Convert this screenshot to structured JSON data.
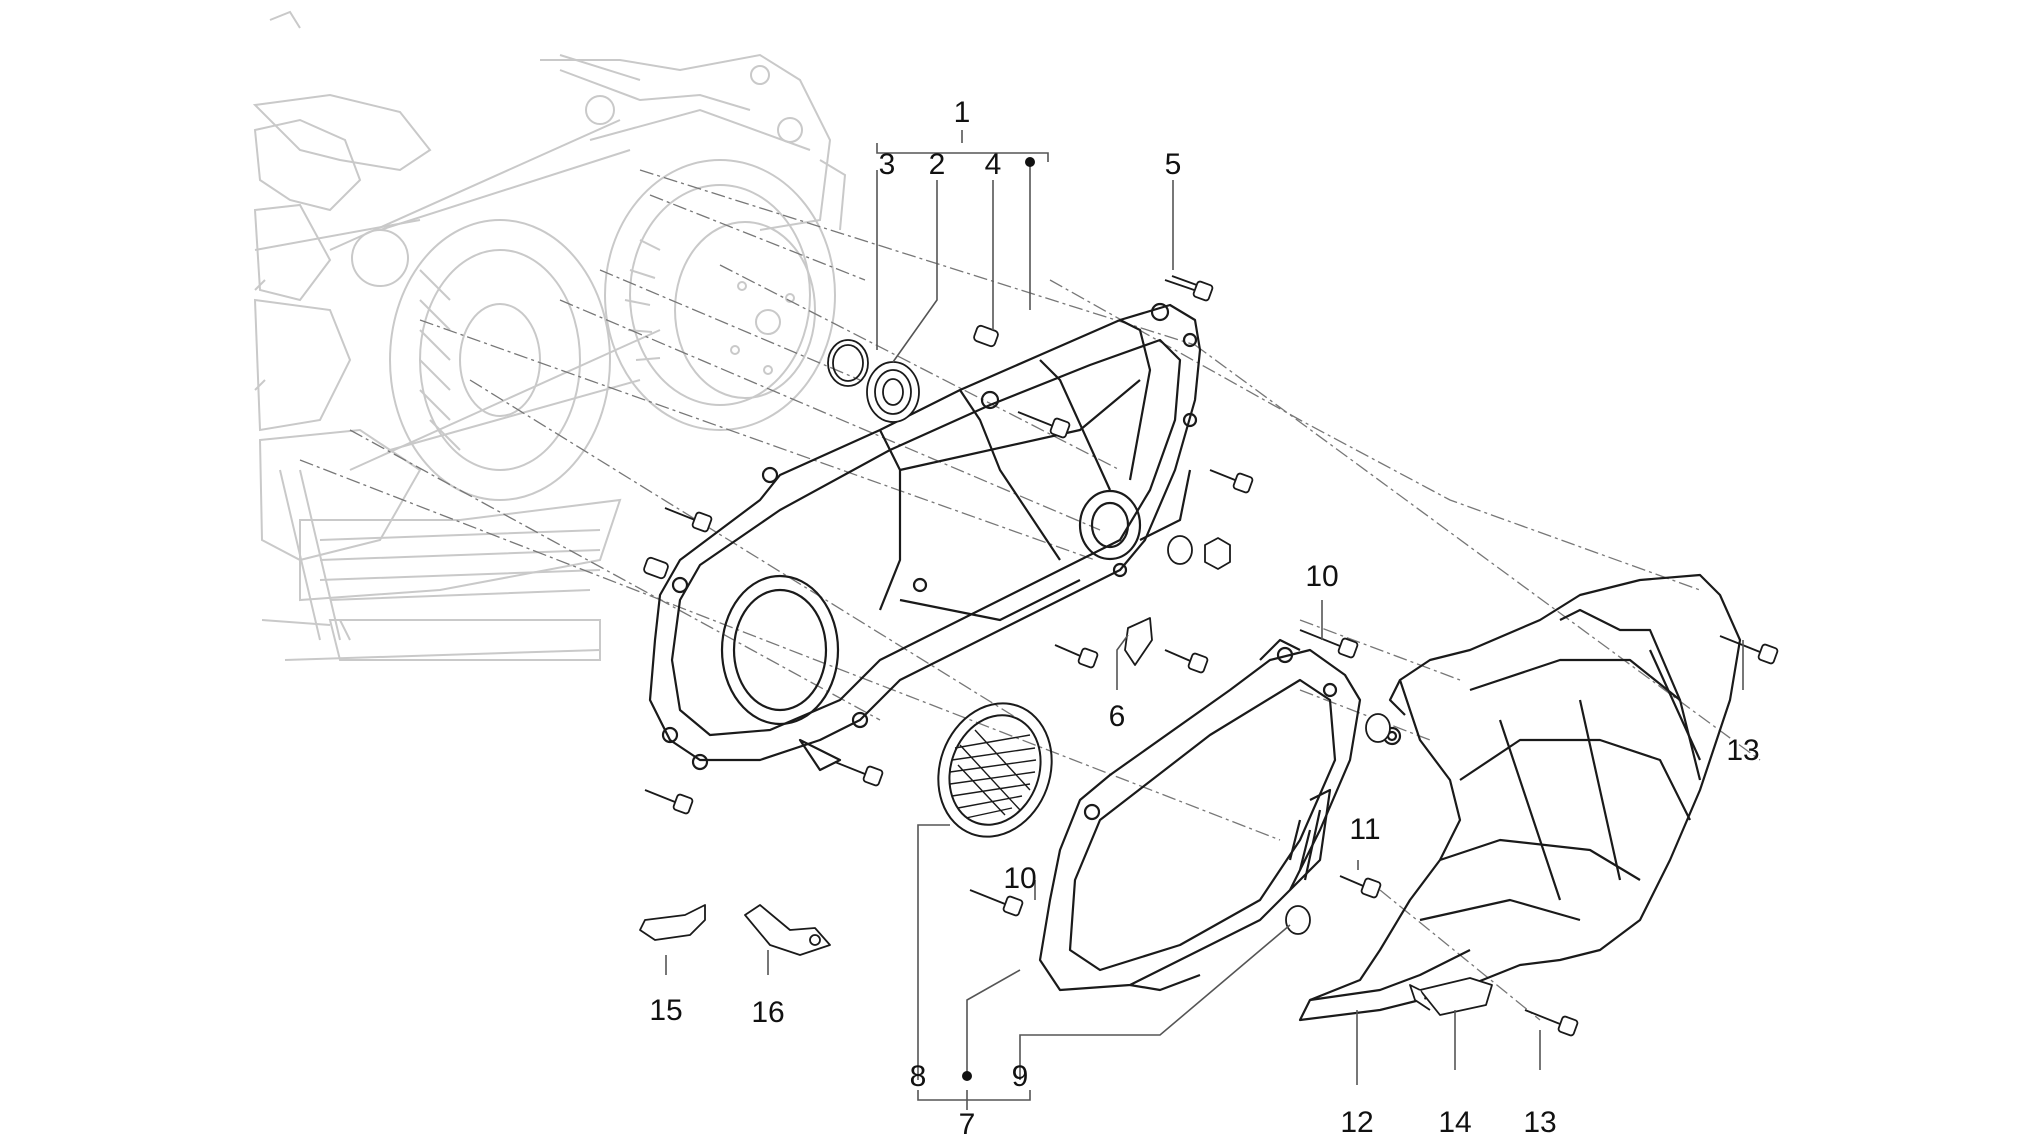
{
  "diagram": {
    "callouts": {
      "c1": "1",
      "c2": "2",
      "c3": "3",
      "c4": "4",
      "c5": "5",
      "c6": "6",
      "c7": "7",
      "c8": "8",
      "c9": "9",
      "c10a": "10",
      "c10b": "10",
      "c11": "11",
      "c12": "12",
      "c13a": "13",
      "c13b": "13",
      "c14": "14",
      "c15": "15",
      "c16": "16"
    },
    "colors": {
      "ink": "#111111",
      "ghost": "#c9c9c9",
      "leader": "#555555"
    }
  }
}
